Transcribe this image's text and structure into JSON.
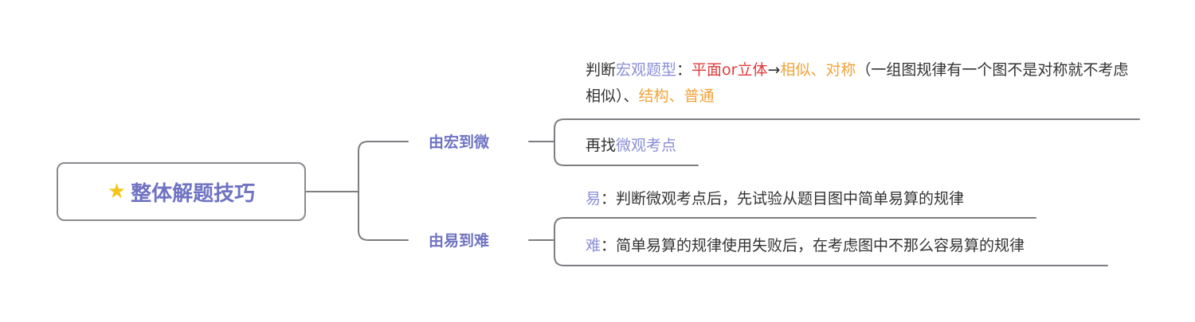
{
  "root": {
    "icon": "star-icon",
    "title": "整体解题技巧"
  },
  "branches": [
    {
      "label": "由宏到微",
      "leaves": [
        {
          "segments": [
            {
              "text": "判断",
              "color": "#333333"
            },
            {
              "text": "宏观题型",
              "color": "#8a8ed6"
            },
            {
              "text": "：",
              "color": "#333333"
            },
            {
              "text": "平面or立体",
              "color": "#e03b3b"
            },
            {
              "text": "→",
              "color": "#333333"
            },
            {
              "text": "相似、对称",
              "color": "#f2a33a"
            },
            {
              "text": "（一组图规律有一个图不是对称就不考虑相似）、",
              "color": "#333333"
            },
            {
              "text": "结构、普通",
              "color": "#f2a33a"
            }
          ]
        },
        {
          "segments": [
            {
              "text": "再找",
              "color": "#333333"
            },
            {
              "text": "微观考点",
              "color": "#8a8ed6"
            }
          ]
        }
      ]
    },
    {
      "label": "由易到难",
      "leaves": [
        {
          "segments": [
            {
              "text": "易",
              "color": "#8a8ed6"
            },
            {
              "text": "：判断微观考点后，先试验从题目图中简单易算的规律",
              "color": "#333333"
            }
          ]
        },
        {
          "segments": [
            {
              "text": "难",
              "color": "#8a8ed6"
            },
            {
              "text": "：简单易算的规律使用失败后，在考虑图中不那么容易算的规律",
              "color": "#333333"
            }
          ]
        }
      ]
    }
  ],
  "colors": {
    "line": "#7d7d82",
    "accent": "#6f73c2",
    "keyword": "#8a8ed6",
    "highlight_red": "#e03b3b",
    "highlight_orange": "#f2a33a",
    "star": "#f5c518"
  }
}
